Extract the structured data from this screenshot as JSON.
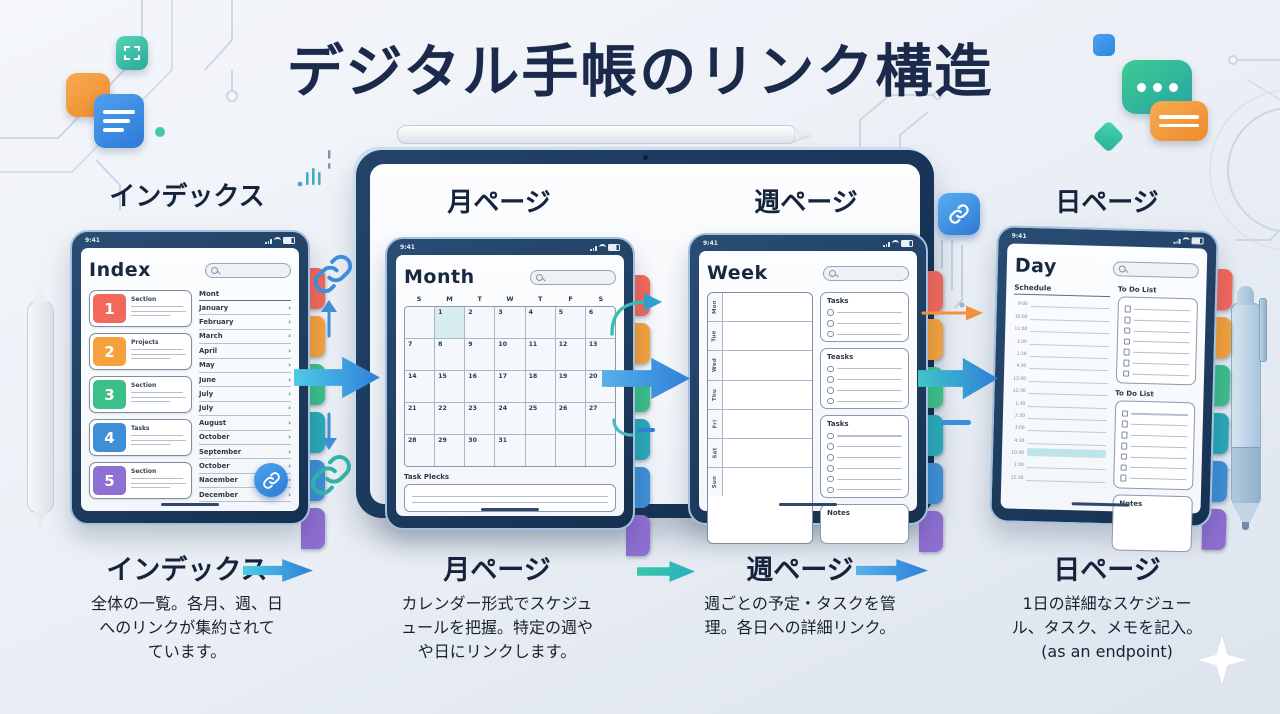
{
  "title": "デジタル手帳のリンク構造",
  "status_bar": {
    "time": "9:41"
  },
  "colors": {
    "tab_colors": [
      "#f2695c",
      "#f5a23c",
      "#3dbf8a",
      "#2aa9b8",
      "#3f8fd6",
      "#8f6fd1"
    ],
    "accent_blue": "#3b8de0",
    "accent_teal": "#2fb3a8",
    "accent_orange": "#f0923d"
  },
  "columns": [
    {
      "top_label": "インデックス",
      "bottom_label": "インデックス",
      "description": "全体の一覧。各月、週、日\nへのリンクが集約されて\nています。"
    },
    {
      "top_label": "月ページ",
      "bottom_label": "月ページ",
      "description": "カレンダー形式でスケジュ\nュールを把握。特定の週や\nや日にリンクします。"
    },
    {
      "top_label": "週ページ",
      "bottom_label": "週ページ",
      "description": "週ごとの予定・タスクを管\n理。各日への詳細リンク。"
    },
    {
      "top_label": "日ページ",
      "bottom_label": "日ページ",
      "description": "1日の詳細なスケジュー\nル、タスク、メモを記入。\n(as an endpoint)"
    }
  ],
  "index_page": {
    "header": "Index",
    "chevron": "›",
    "card_colors": [
      "#f2695c",
      "#f5a23c",
      "#3dbf8a",
      "#3f8fd6",
      "#8f6fd1"
    ],
    "cards": [
      {
        "num": "1",
        "label": "Section"
      },
      {
        "num": "2",
        "label": "Projects"
      },
      {
        "num": "3",
        "label": "Section"
      },
      {
        "num": "4",
        "label": "Tasks"
      },
      {
        "num": "5",
        "label": "Section"
      }
    ],
    "list_header": "Mont",
    "months": [
      "January",
      "February",
      "March",
      "April",
      "May",
      "June",
      "July",
      "July",
      "August",
      "October",
      "September",
      "October",
      "Nacember",
      "December"
    ]
  },
  "month_page": {
    "header": "Month",
    "day_headers": [
      "S",
      "M",
      "T",
      "W",
      "T",
      "F",
      "S"
    ],
    "weeks": [
      [
        "",
        "1",
        "2",
        "3",
        "4",
        "5",
        "6"
      ],
      [
        "7",
        "8",
        "9",
        "10",
        "11",
        "12",
        "13"
      ],
      [
        "14",
        "15",
        "16",
        "17",
        "18",
        "19",
        "20"
      ],
      [
        "21",
        "22",
        "23",
        "24",
        "25",
        "26",
        "27"
      ],
      [
        "28",
        "29",
        "30",
        "31",
        "",
        "",
        ""
      ]
    ],
    "highlight_date": "1",
    "footer_label": "Task Plecks"
  },
  "week_page": {
    "header": "Week",
    "days": [
      "Mon",
      "Tue",
      "Wed",
      "Thu",
      "Fri",
      "Sat",
      "Sun"
    ],
    "task_boxes": [
      {
        "title": "Tasks",
        "items": 3
      },
      {
        "title": "Teasks",
        "items": 4
      },
      {
        "title": "Tasks",
        "items": 6
      }
    ],
    "notes_label": "Notes"
  },
  "day_page": {
    "header": "Day",
    "schedule_label": "Schedule",
    "times": [
      "9:00",
      "10:00",
      "11:00",
      "1:00",
      "1:30",
      "4:30",
      "12:00",
      "12:30",
      "1:30",
      "2:30",
      "3:00",
      "4:30",
      "10:30",
      "1:30",
      "12:30"
    ],
    "highlight_index": 12,
    "todo_labels": [
      "To Do List",
      "To Do List"
    ],
    "todo_counts": [
      7,
      7
    ],
    "notes_label": "Notes"
  }
}
